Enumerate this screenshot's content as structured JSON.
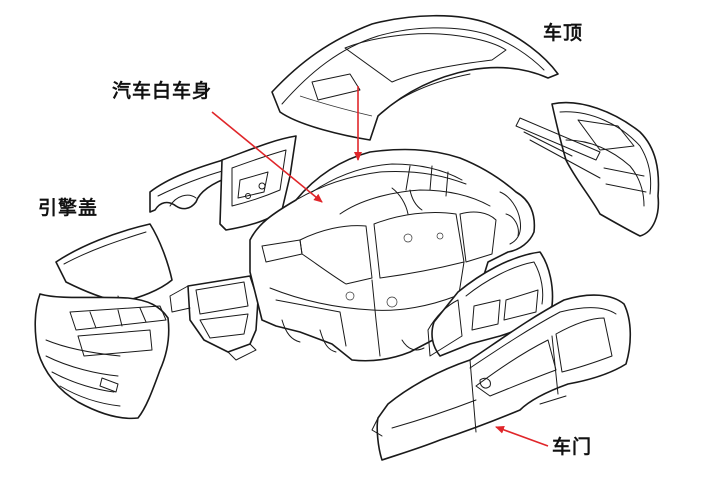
{
  "labels": {
    "roof": "车顶",
    "body_in_white": "汽车白车身",
    "hood": "引擎盖",
    "door": "车门"
  },
  "colors": {
    "line": "#1a1a1a",
    "arrow": "#e0262a",
    "background": "#ffffff"
  }
}
